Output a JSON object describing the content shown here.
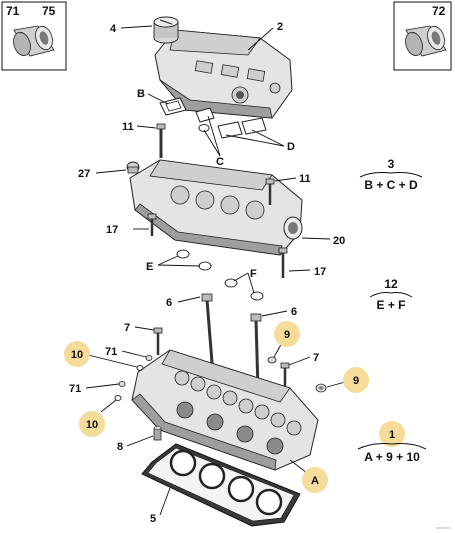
{
  "colors": {
    "badge": "#f6dc9a",
    "ink": "#111111",
    "part": "#e4e4e4",
    "part_shade": "#9e9e9e"
  },
  "inset_boxes": [
    {
      "labels": [
        "71",
        "75"
      ],
      "icon": "bushing-sleeve-icon"
    },
    {
      "labels": [
        "72"
      ],
      "icon": "bushing-sleeve-icon"
    }
  ],
  "callouts": {
    "cover_cap": "4",
    "cam_housing": "2",
    "gasket_b": "B",
    "bolt_11_upper": "11",
    "gasket_c": "C",
    "gasket_d": "D",
    "sensor_27": "27",
    "bolt_11_right": "11",
    "bolt_17_left": "17",
    "carrier_20": "20",
    "rings_e": "E",
    "ring_f": "F",
    "bolt_17_right": "17",
    "bolt_6_left": "6",
    "bolt_6_right": "6",
    "bolt_7_left": "7",
    "bolt_7_right": "7",
    "dowel_71_upper": "71",
    "dowel_71_lower": "71",
    "pin_8": "8",
    "gasket_5": "5"
  },
  "badges": {
    "badge_10_upper": "10",
    "badge_10_lower": "10",
    "badge_9_upper": "9",
    "badge_9_right": "9",
    "badge_a": "A"
  },
  "kits": [
    {
      "number": "3",
      "formula": "B + C + D",
      "highlight": false
    },
    {
      "number": "12",
      "formula": "E + F",
      "highlight": false
    },
    {
      "number": "1",
      "formula": "A + 9 + 10",
      "highlight": true
    }
  ]
}
